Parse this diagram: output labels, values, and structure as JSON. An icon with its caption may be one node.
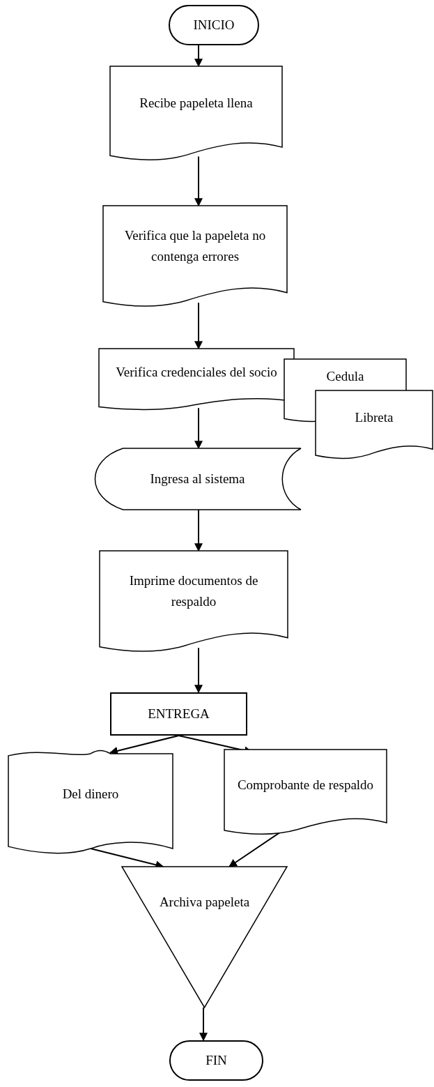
{
  "diagram": {
    "nodes": [
      {
        "text": [
          "INICIO"
        ]
      },
      {
        "text": [
          "Recibe papeleta llena"
        ]
      },
      {
        "text": [
          "Verifica que la papeleta no contenga errores"
        ]
      },
      {
        "text": [
          "Verifica credenciales del socio"
        ]
      },
      {
        "text": [
          "Cedula"
        ]
      },
      {
        "text": [
          "Libreta"
        ]
      },
      {
        "text": [
          "Ingresa al sistema"
        ]
      },
      {
        "text": [
          "Imprime documentos de respaldo"
        ]
      },
      {
        "text": [
          "ENTREGA"
        ]
      },
      {
        "text": [
          "Del dinero"
        ]
      },
      {
        "text": [
          "Comprobante de respaldo"
        ]
      },
      {
        "text": [
          "Archiva papeleta"
        ]
      },
      {
        "text": [
          "FIN"
        ]
      }
    ],
    "edges": [
      {
        "from": 0,
        "to": 1,
        "arrow": "to"
      },
      {
        "from": 1,
        "to": 2,
        "arrow": "to"
      },
      {
        "from": 2,
        "to": 3,
        "arrow": "to"
      },
      {
        "from": 3,
        "to": 6,
        "arrow": "to"
      },
      {
        "from": 6,
        "to": 7,
        "arrow": "to"
      },
      {
        "from": 7,
        "to": 8,
        "arrow": "to"
      },
      {
        "from": 8,
        "to": 9,
        "arrow": "to"
      },
      {
        "from": 8,
        "to": 10,
        "arrow": "to"
      },
      {
        "from": 9,
        "to": 11,
        "arrow": "to"
      },
      {
        "from": 10,
        "to": 11,
        "arrow": "to"
      },
      {
        "from": 11,
        "to": 12,
        "arrow": "to"
      }
    ]
  }
}
